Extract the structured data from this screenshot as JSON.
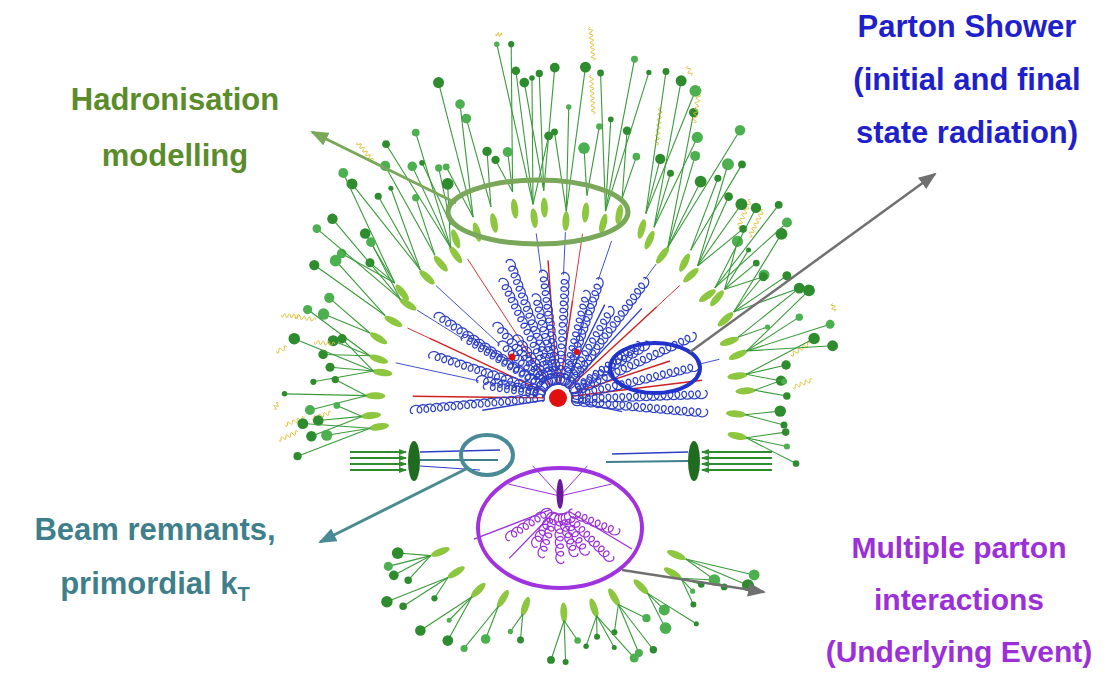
{
  "diagram": {
    "labels": [
      "Hadronisation modelling",
      "Parton Shower (initial and final state radiation)",
      "Beam remnants, primordial k",
      "T",
      "Multiple parton interactions (Underlying Event)"
    ]
  }
}
